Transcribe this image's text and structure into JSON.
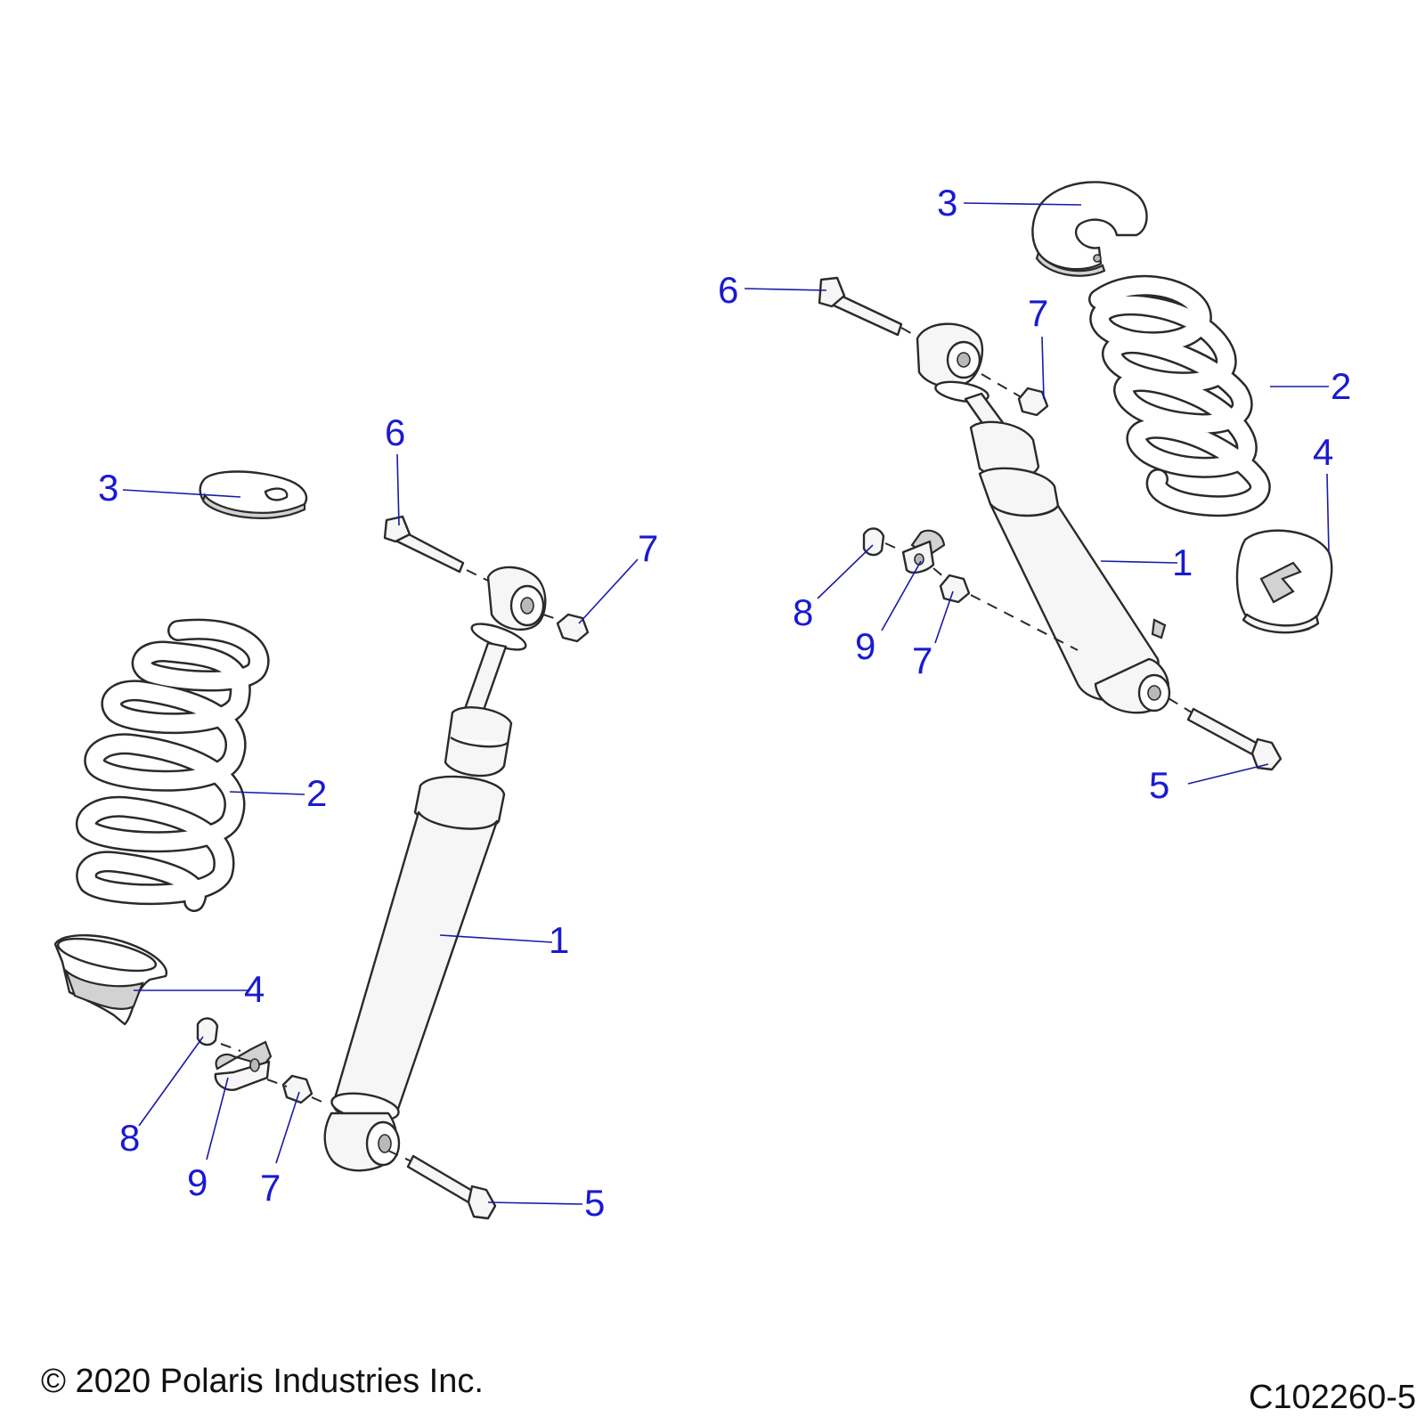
{
  "callouts": {
    "left": {
      "shock": "1",
      "spring": "2",
      "spring_retainer": "3",
      "spring_seat": "4",
      "lower_bolt": "5",
      "upper_bolt": "6",
      "upper_nut": "7",
      "lower_nut": "7",
      "washer_nut": "8",
      "clip": "9"
    },
    "right": {
      "shock": "1",
      "spring": "2",
      "spring_retainer": "3",
      "spring_seat": "4",
      "lower_bolt": "5",
      "upper_bolt": "6",
      "upper_nut": "7",
      "lower_nut": "7",
      "washer_nut": "8",
      "clip": "9"
    }
  },
  "footer": {
    "copyright": "© 2020 Polaris Industries Inc.",
    "figure_id": "C102260-5"
  },
  "colors": {
    "callout_text": "#1a1ad0",
    "leader_line": "#1a1aa8",
    "outline": "#2a2a2a",
    "part_fill": "#f6f6f6"
  }
}
